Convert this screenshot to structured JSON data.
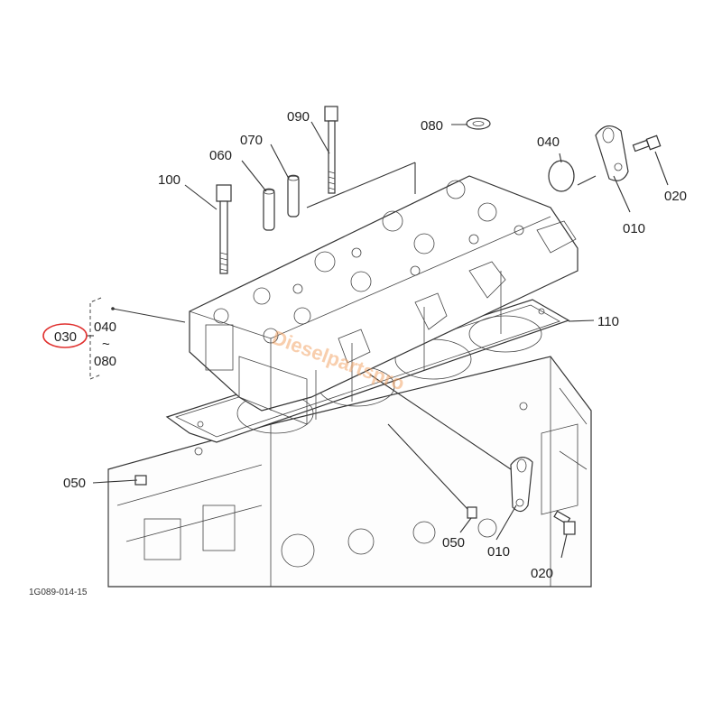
{
  "callouts": {
    "c030": "030",
    "c040": "040",
    "tilde": "~",
    "c080_range": "080",
    "c090": "090",
    "c080": "080",
    "c070": "070",
    "c060": "060",
    "c100": "100",
    "c040_plug": "040",
    "c020_top": "020",
    "c010_top": "010",
    "c110": "110",
    "c050_left": "050",
    "c050_bottom": "050",
    "c010_bottom": "010",
    "c020_bottom": "020"
  },
  "drawing_code": "1G089-014-15",
  "watermark": "Dieselpartspro",
  "highlight_color": "#e0312f",
  "line_color": "#333333"
}
